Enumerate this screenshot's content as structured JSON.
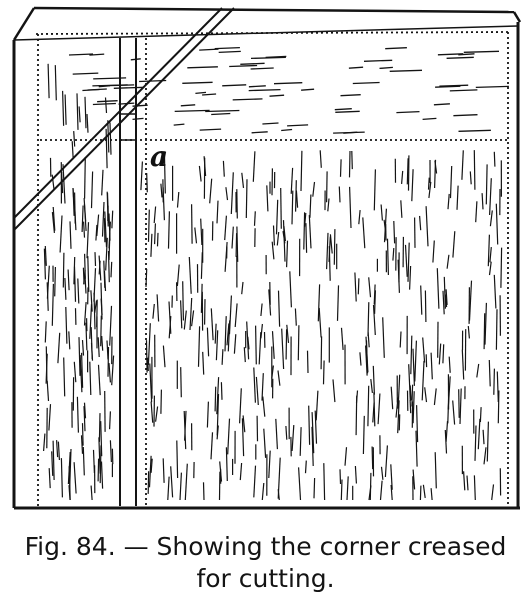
{
  "figure": {
    "point_label": "a",
    "caption_line1": "Fig. 84. — Showing the corner creased",
    "caption_line2": "for cutting."
  },
  "colors": {
    "ink": "#141414",
    "background": "#ffffff"
  }
}
